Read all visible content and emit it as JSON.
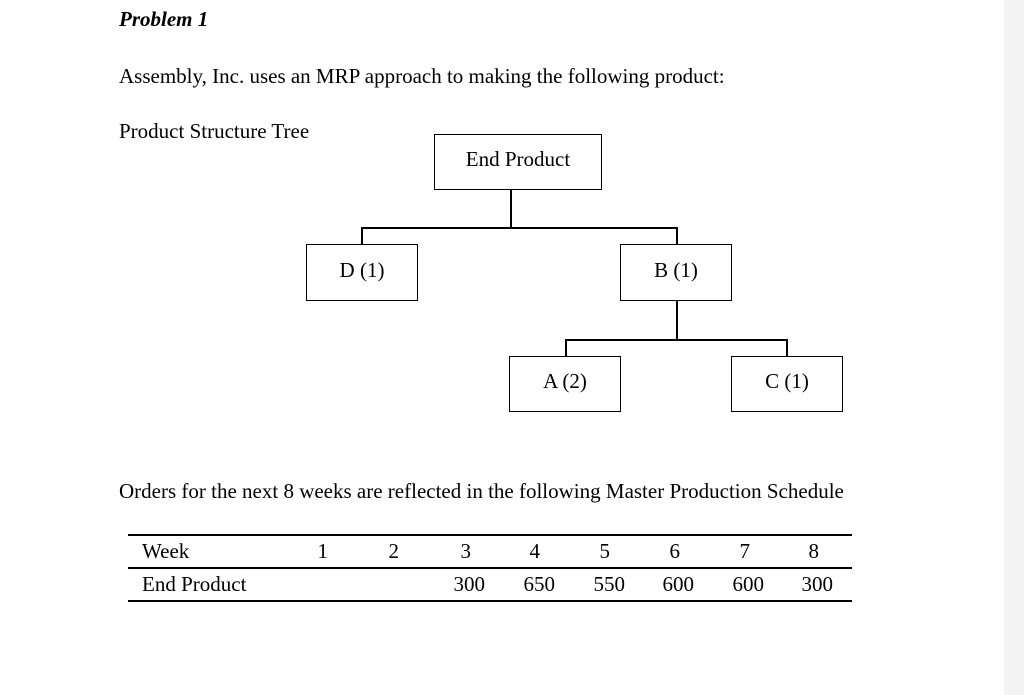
{
  "problem_title": "Problem 1",
  "intro_text": "Assembly, Inc. uses an MRP approach to making the following product:",
  "tree_label": "Product Structure Tree",
  "tree": {
    "root": "End Product",
    "d": "D (1)",
    "b": "B (1)",
    "a": "A (2)",
    "c": "C (1)"
  },
  "schedule_intro": "Orders for the next 8 weeks are reflected in the following Master Production Schedule",
  "table": {
    "row_headers": [
      "Week",
      "End Product"
    ],
    "weeks": [
      "1",
      "2",
      "3",
      "4",
      "5",
      "6",
      "7",
      "8"
    ],
    "quantities": [
      "",
      "",
      "300",
      "650",
      "550",
      "600",
      "600",
      "300"
    ]
  }
}
